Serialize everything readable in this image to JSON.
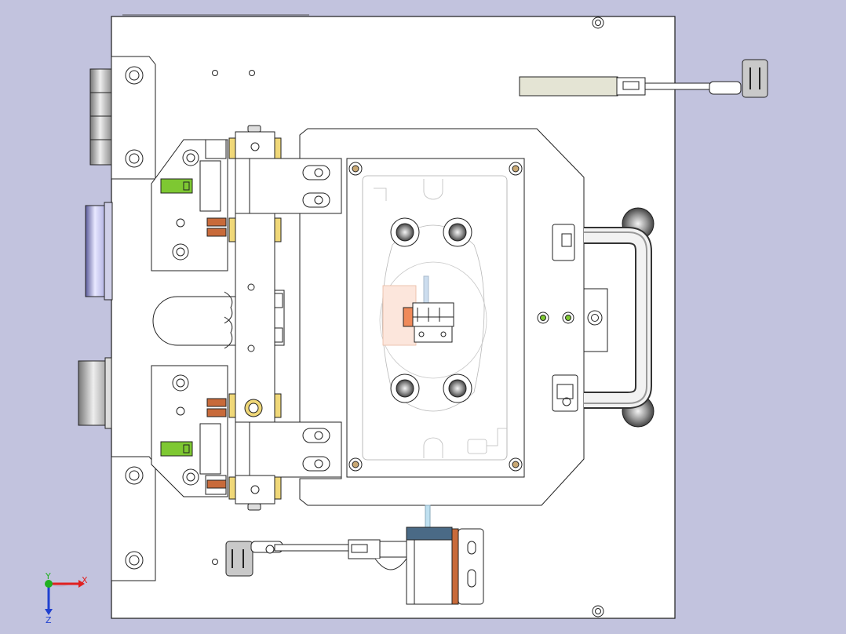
{
  "view": {
    "background": "#c2c3de",
    "part_fill": "#ffffff",
    "line_color": "#1a1a1a"
  },
  "triad": {
    "x_label": "X",
    "y_label": "Y",
    "z_label": "Z",
    "x_color": "#e02020",
    "y_color": "#20b020",
    "z_color": "#2040d0"
  },
  "colors": {
    "green_tab": "#7ec832",
    "yellow_pad": "#f0d878",
    "copper": "#c86a3a",
    "cylinder": "#b8b8b8",
    "steel_blue": "#4a6a86",
    "orange_part": "#f08a5a"
  }
}
